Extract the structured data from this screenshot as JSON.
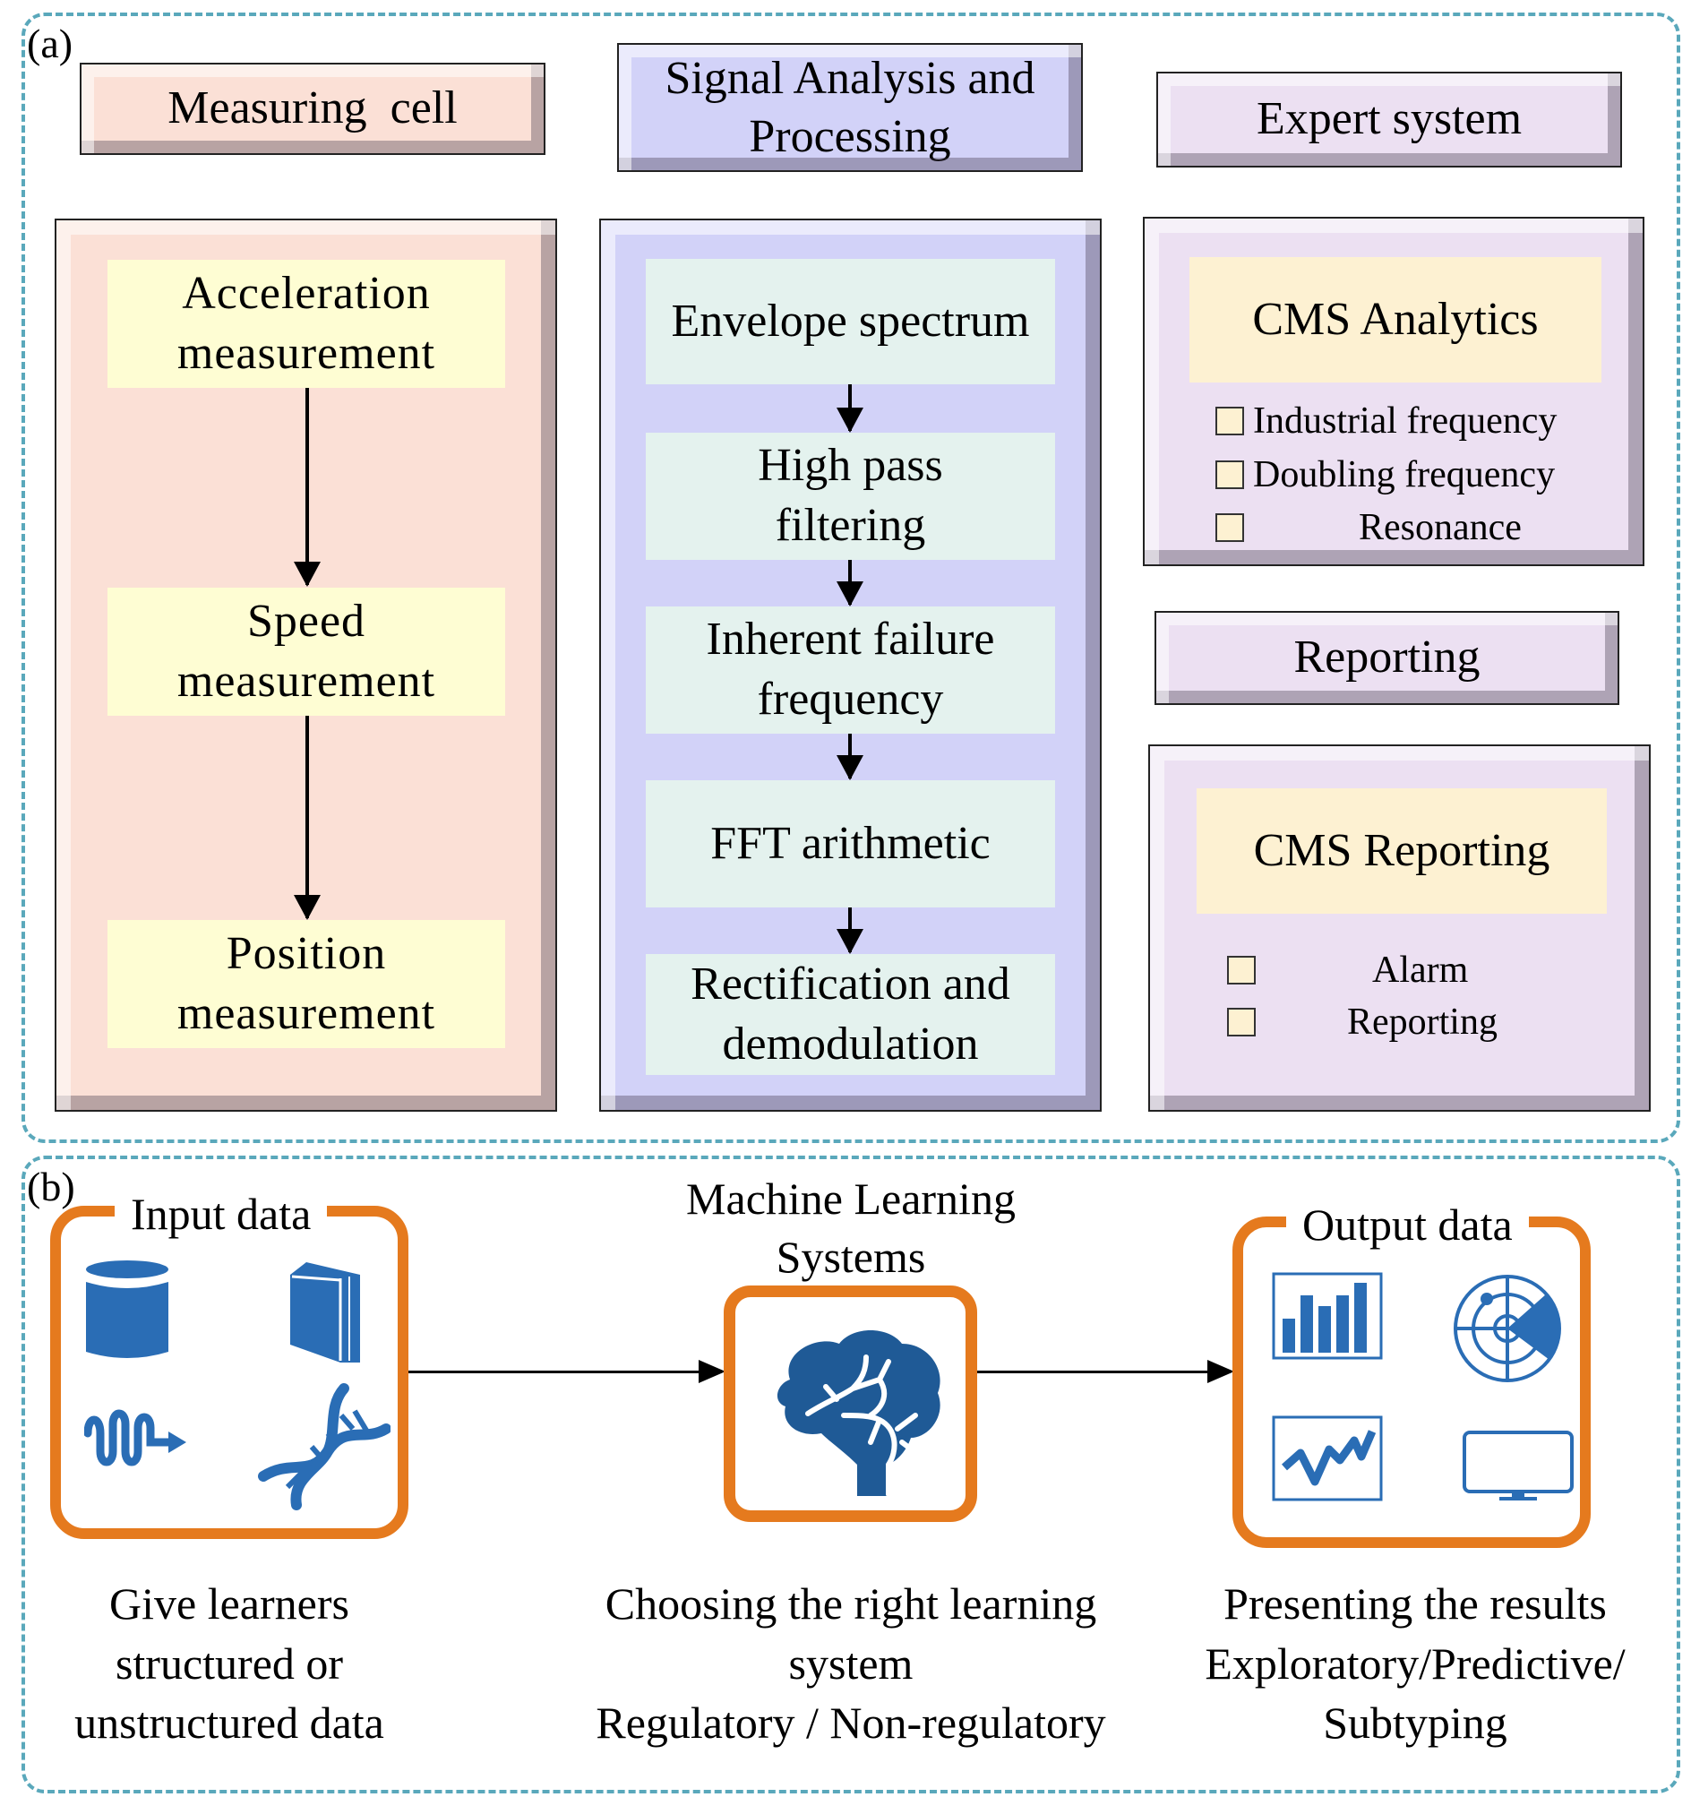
{
  "panel_a": {
    "label": "(a)",
    "columns": {
      "measuring": {
        "title": "Measuring  cell",
        "steps": [
          "Acceleration measurement",
          "Speed measurement",
          "Position measurement"
        ],
        "step_lines": [
          [
            "Acceleration",
            "measurement"
          ],
          [
            "Speed",
            "measurement"
          ],
          [
            "Position",
            "measurement"
          ]
        ]
      },
      "signal": {
        "title_lines": [
          "Signal Analysis and",
          "Processing"
        ],
        "steps": [
          [
            "Envelope spectrum"
          ],
          [
            "High pass",
            "filtering"
          ],
          [
            "Inherent failure",
            "frequency"
          ],
          [
            "FFT arithmetic"
          ],
          [
            "Rectification and",
            "demodulation"
          ]
        ]
      },
      "expert": {
        "title": "Expert system",
        "analytics": {
          "title": "CMS Analytics",
          "items": [
            "Industrial frequency",
            "Doubling frequency",
            "Resonance"
          ]
        },
        "reporting_title": "Reporting",
        "reporting": {
          "title": "CMS Reporting",
          "items": [
            "Alarm",
            "Reporting"
          ]
        }
      }
    }
  },
  "panel_b": {
    "label": "(b)",
    "input": {
      "title": "Input data",
      "icons": [
        "database-icon",
        "book-icon",
        "signal-wave-icon",
        "dna-icon"
      ],
      "caption_lines": [
        "Give learners",
        "structured or",
        "unstructured data"
      ]
    },
    "ml": {
      "title_lines": [
        "Machine Learning",
        "Systems"
      ],
      "icon": "brain-icon",
      "caption_lines": [
        "Choosing the right learning",
        "system",
        "Regulatory / Non-regulatory"
      ]
    },
    "output": {
      "title": "Output data",
      "icons": [
        "bar-chart-icon",
        "radar-icon",
        "line-chart-icon",
        "monitor-icon"
      ],
      "caption_lines": [
        "Presenting the results",
        "Exploratory/Predictive/",
        "Subtyping"
      ]
    }
  },
  "colors": {
    "frame_dash": "#5aa8bb",
    "peach": "#fbe0d6",
    "blue": "#d2d2f8",
    "lilac": "#ece0f2",
    "yellow_step": "#fefdd3",
    "mint_step": "#e4f2ee",
    "cream": "#fdf1d2",
    "orange": "#e57a1e",
    "icon_blue": "#2a6db5",
    "brain_blue": "#1f5a96"
  }
}
